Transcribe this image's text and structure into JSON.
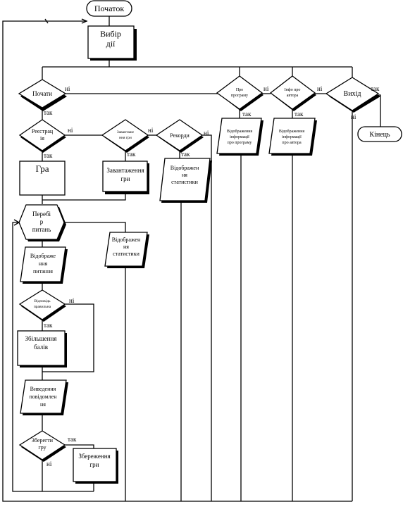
{
  "nodes": {
    "start": "Початок",
    "select": [
      "Вибір",
      "дії"
    ],
    "play_q": "Почати",
    "register_q": [
      "Реєстрац",
      "ія"
    ],
    "load_q": [
      "Завантаже",
      "ння гри"
    ],
    "records_q": "Рекорди",
    "about_prog_q": [
      "Про",
      "програму"
    ],
    "about_author_q": [
      "Інфо про",
      "автора"
    ],
    "exit_q": "Вихід",
    "end": "Кінець",
    "game": "Гра",
    "load_game": [
      "Завантаження",
      "гри"
    ],
    "show_stats_1": [
      "Відображен",
      "ня",
      "статистики"
    ],
    "show_prog_info": [
      "Відображення",
      "інформації",
      "про програму"
    ],
    "show_author_info": [
      "Відображення",
      "інформації",
      "про автора"
    ],
    "question_loop": [
      "Перебі",
      "р",
      "питань"
    ],
    "show_stats_2": [
      "Відображен",
      "ня",
      "статистики"
    ],
    "show_question": [
      "Відображе",
      "ння",
      "питання"
    ],
    "answer_correct_q": [
      "Відповідь",
      "правильна"
    ],
    "add_points": [
      "Збільшення",
      "балів"
    ],
    "show_message": [
      "Виведення",
      "повідомлен",
      "ня"
    ],
    "save_q": [
      "Зберегти",
      "гру"
    ],
    "save_game": [
      "Збереження",
      "гри"
    ]
  },
  "labels": {
    "yes": "так",
    "no": "ні"
  }
}
